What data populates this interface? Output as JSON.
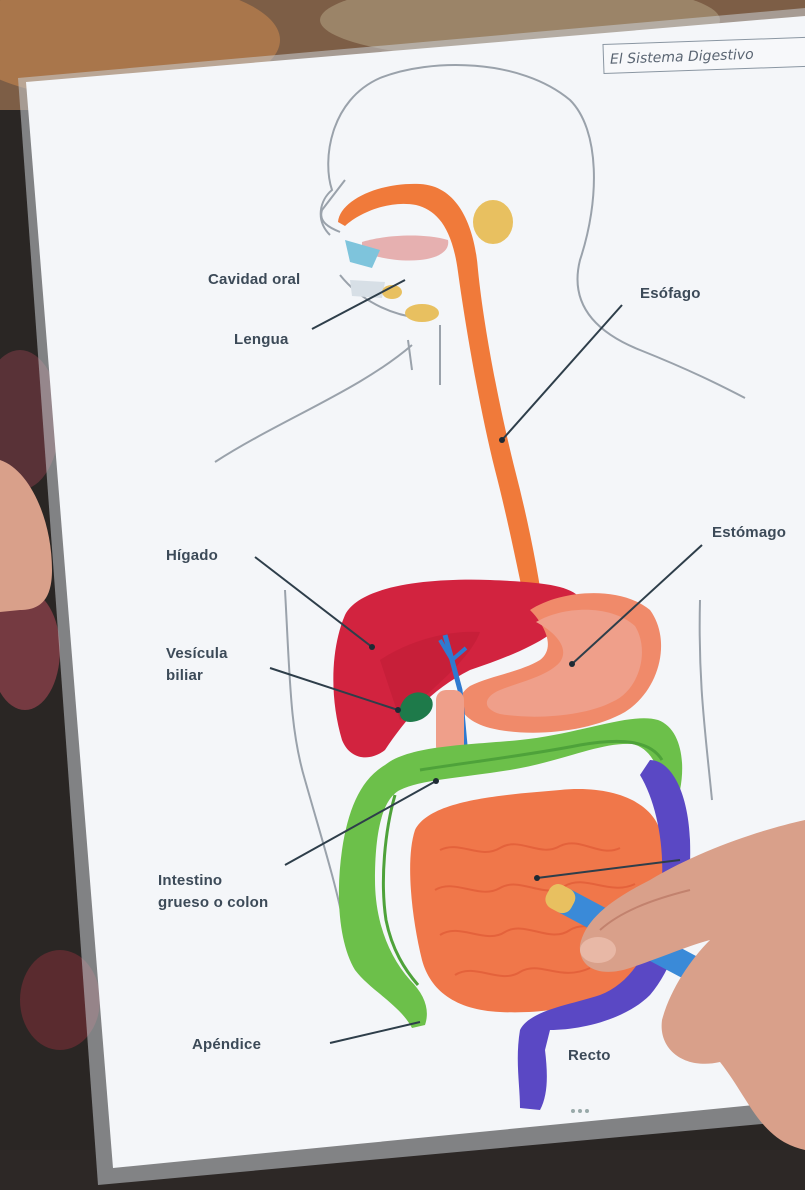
{
  "poster": {
    "title": "El Sistema Digestivo",
    "labels": {
      "cavidad_oral": "Cavidad oral",
      "lengua": "Lengua",
      "esofago": "Esófago",
      "estomago": "Estómago",
      "higado": "Hígado",
      "vesicula_line1": "Vesícula",
      "vesicula_line2": "biliar",
      "intestino_line1": "Intestino",
      "intestino_line2": "grueso o colon",
      "apendice": "Apéndice",
      "recto": "Recto"
    }
  },
  "colors": {
    "background": "#2a2624",
    "paper": "#f4f6f9",
    "esophagus": "#f07a3a",
    "liver": "#d2233f",
    "stomach": "#ee9a80",
    "gallbladder": "#1e7a4a",
    "colon": "#6cc04a",
    "small_intestine": "#f0774a",
    "rectum": "#5a48c4",
    "salivary": "#e8c060",
    "label_text": "#3c4a58",
    "leader_line": "#2e3e4a",
    "skin": "#d9a08a",
    "marker": "#3a8ad8"
  }
}
